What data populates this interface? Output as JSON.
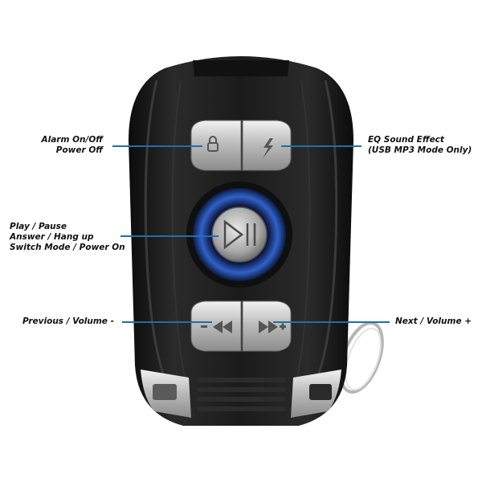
{
  "callouts": {
    "alarm": {
      "line1": "Alarm On/Off",
      "line2": "Power Off"
    },
    "eq": {
      "line1": "EQ Sound Effect",
      "line2": "(USB MP3 Mode Only)"
    },
    "play": {
      "line1": "Play / Pause",
      "line2": "Answer / Hang up",
      "line3": "Switch Mode / Power On"
    },
    "previous": {
      "line1": "Previous / Volume -"
    },
    "next": {
      "line1": "Next / Volume +"
    }
  },
  "colors": {
    "leader_line": "#1f6fa8",
    "body": "#1a1a1a",
    "chrome": "#c9c9c9",
    "ring": "#2f62c9"
  },
  "icons": [
    "lock-icon",
    "lightning-icon",
    "play-pause-icon",
    "previous-icon",
    "next-icon",
    "keyring-icon"
  ]
}
